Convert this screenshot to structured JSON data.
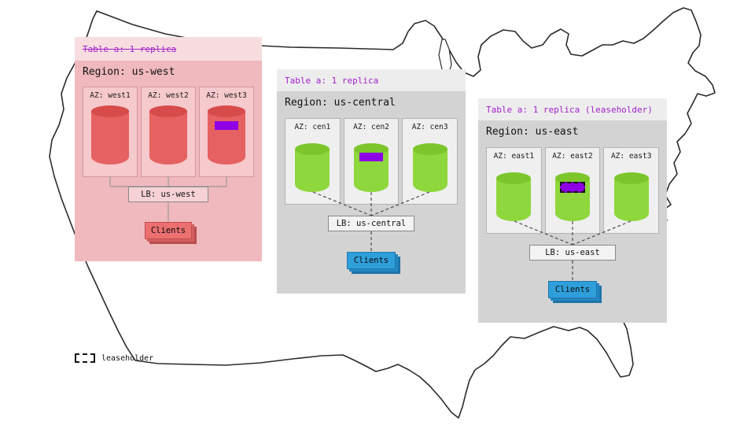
{
  "colors": {
    "accent_purple": "#a21fca",
    "replica_purple": "#8e00e6",
    "west_red": "#e66161",
    "replica_green": "#8ed73c",
    "clients_blue": "#2f9fdb"
  },
  "legend": {
    "label": "leaseholder"
  },
  "regions": {
    "west": {
      "table_label": "Table a: 1 replica",
      "table_label_struck_through": true,
      "region_label": "Region: us-west",
      "azs": [
        {
          "label": "AZ: west1"
        },
        {
          "label": "AZ: west2"
        },
        {
          "label": "AZ: west3"
        }
      ],
      "replica_marker_az": "AZ: west3",
      "lb_label": "LB: us-west",
      "clients_label": "Clients"
    },
    "central": {
      "table_label": "Table a: 1 replica",
      "region_label": "Region: us-central",
      "azs": [
        {
          "label": "AZ: cen1"
        },
        {
          "label": "AZ: cen2"
        },
        {
          "label": "AZ: cen3"
        }
      ],
      "replica_marker_az": "AZ: cen2",
      "lb_label": "LB: us-central",
      "clients_label": "Clients"
    },
    "east": {
      "table_label": "Table a: 1 replica (leaseholder)",
      "region_label": "Region: us-east",
      "azs": [
        {
          "label": "AZ: east1"
        },
        {
          "label": "AZ: east2"
        },
        {
          "label": "AZ: east3"
        }
      ],
      "leaseholder_marker_az": "AZ: east2",
      "lb_label": "LB: us-east",
      "clients_label": "Clients"
    }
  }
}
